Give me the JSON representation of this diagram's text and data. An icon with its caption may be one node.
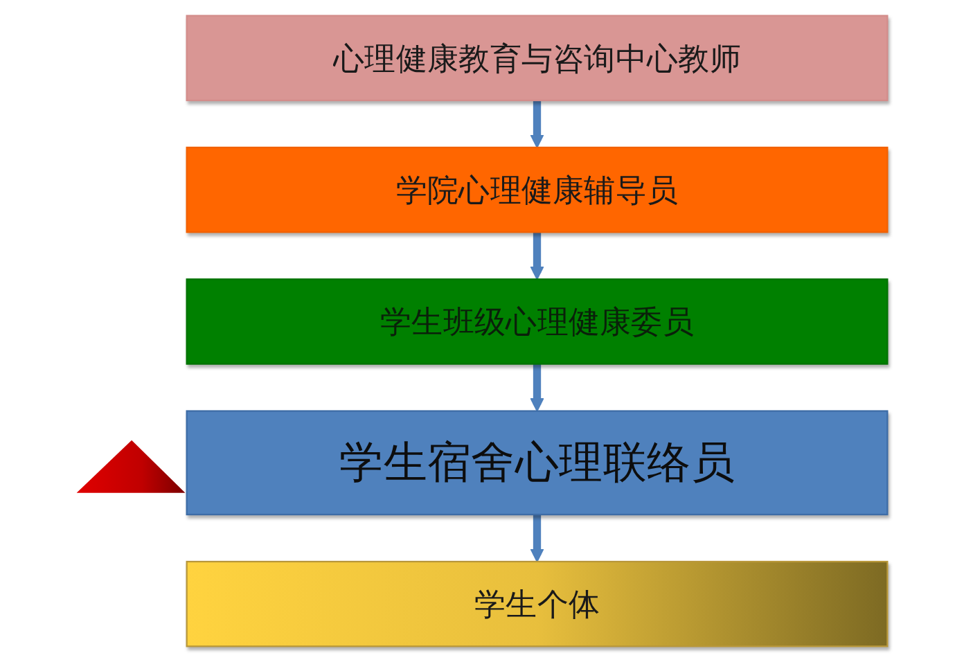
{
  "diagram": {
    "nodes": [
      {
        "text": [
          "心理健康教育与咨询中心教师"
        ]
      },
      {
        "text": [
          "学院心理健康辅导员"
        ]
      },
      {
        "text": [
          "学生班级心理健康委员"
        ]
      },
      {
        "text": [
          "学生宿舍心理联络员"
        ]
      },
      {
        "text": [
          "学生个体"
        ]
      }
    ],
    "edges": [
      {
        "from": 0,
        "to": 1,
        "arrow": "to"
      },
      {
        "from": 1,
        "to": 2,
        "arrow": "to"
      },
      {
        "from": 2,
        "to": 3,
        "arrow": "to"
      },
      {
        "from": 3,
        "to": 4,
        "arrow": "to"
      }
    ]
  }
}
